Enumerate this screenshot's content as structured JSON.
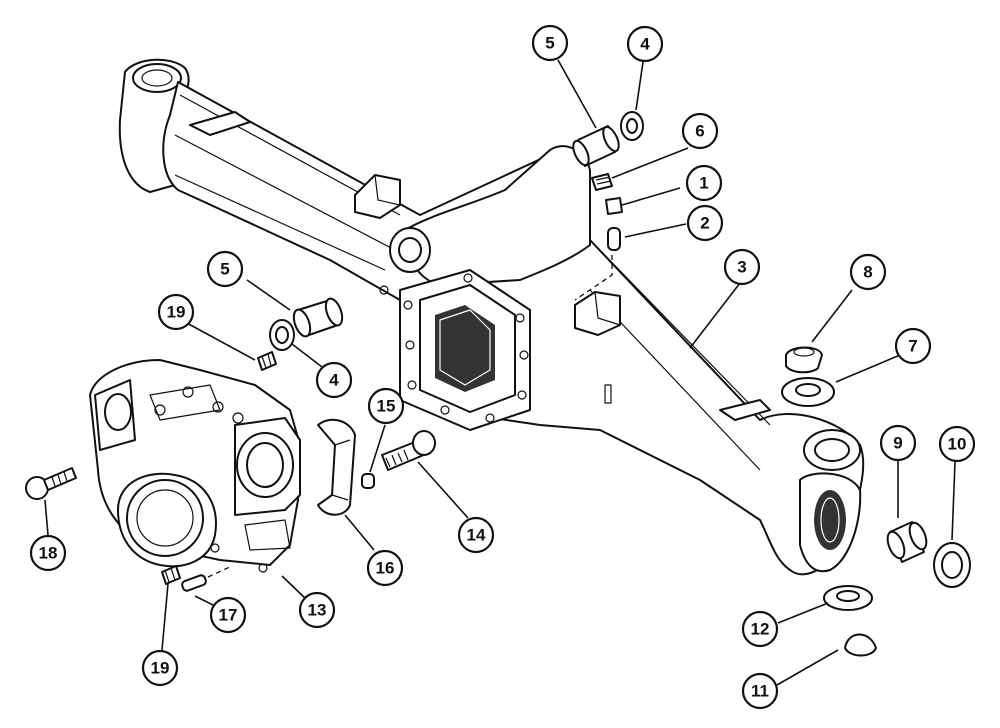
{
  "callouts": [
    {
      "id": "c1",
      "label": "1"
    },
    {
      "id": "c2",
      "label": "2"
    },
    {
      "id": "c3",
      "label": "3"
    },
    {
      "id": "c4a",
      "label": "4"
    },
    {
      "id": "c4b",
      "label": "4"
    },
    {
      "id": "c5a",
      "label": "5"
    },
    {
      "id": "c5b",
      "label": "5"
    },
    {
      "id": "c6",
      "label": "6"
    },
    {
      "id": "c7",
      "label": "7"
    },
    {
      "id": "c8",
      "label": "8"
    },
    {
      "id": "c9",
      "label": "9"
    },
    {
      "id": "c10",
      "label": "10"
    },
    {
      "id": "c11",
      "label": "11"
    },
    {
      "id": "c12",
      "label": "12"
    },
    {
      "id": "c13",
      "label": "13"
    },
    {
      "id": "c14",
      "label": "14"
    },
    {
      "id": "c15",
      "label": "15"
    },
    {
      "id": "c16",
      "label": "16"
    },
    {
      "id": "c17",
      "label": "17"
    },
    {
      "id": "c18",
      "label": "18"
    },
    {
      "id": "c19a",
      "label": "19"
    },
    {
      "id": "c19b",
      "label": "19"
    }
  ]
}
